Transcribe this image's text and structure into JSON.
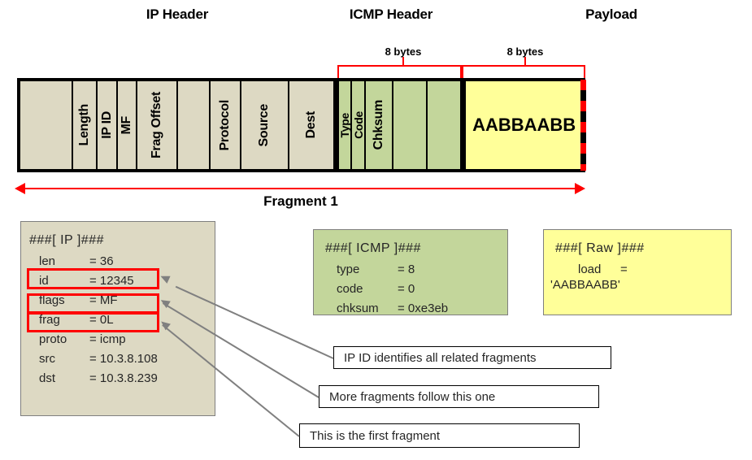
{
  "titles": {
    "ip_header": "IP Header",
    "icmp_header": "ICMP Header",
    "payload": "Payload"
  },
  "brackets": [
    {
      "label": "8 bytes",
      "name": "icmp-header-bracket"
    },
    {
      "label": "8 bytes",
      "name": "payload-bracket"
    }
  ],
  "packet": {
    "ip_fields": [
      {
        "label": "",
        "width": 66
      },
      {
        "label": "Length",
        "width": 30
      },
      {
        "label": "IP ID",
        "width": 25
      },
      {
        "label": "MF",
        "width": 24
      },
      {
        "label": "Frag Offset",
        "width": 51
      },
      {
        "label": "",
        "width": 40
      },
      {
        "label": "Protocol",
        "width": 38
      },
      {
        "label": "Source",
        "width": 60
      },
      {
        "label": "Dest",
        "width": 56
      }
    ],
    "icmp_fields": [
      {
        "label": "Type",
        "width": 17
      },
      {
        "label": "Code",
        "width": 17
      },
      {
        "label": "Chksum",
        "width": 34
      },
      {
        "label": "",
        "width": 42
      },
      {
        "label": "",
        "width": 43
      }
    ],
    "payload_field": {
      "label": "AABBAABB",
      "width": 150
    }
  },
  "fragment": {
    "label": "Fragment 1"
  },
  "ip_box": {
    "header": "###[ IP ]###",
    "rows": [
      {
        "key": "len",
        "value": "= 36"
      },
      {
        "key": "id",
        "value": "= 12345"
      },
      {
        "key": "flags",
        "value": "= MF"
      },
      {
        "key": "frag",
        "value": "= 0L"
      },
      {
        "key": "proto",
        "value": "= icmp"
      },
      {
        "key": "src",
        "value": "= 10.3.8.108"
      },
      {
        "key": "dst",
        "value": "= 10.3.8.239"
      }
    ]
  },
  "icmp_box": {
    "header": "###[ ICMP ]###",
    "rows": [
      {
        "key": "type",
        "value": "= 8"
      },
      {
        "key": "code",
        "value": "= 0"
      },
      {
        "key": "chksum",
        "value": "= 0xe3eb"
      }
    ]
  },
  "raw_box": {
    "header": "###[ Raw ]###",
    "rows": [
      {
        "key": "load",
        "value": "="
      }
    ],
    "load_value": "'AABBAABB'"
  },
  "callouts": {
    "ip_id": "IP ID identifies all related fragments",
    "more_fragments": "More fragments follow this one",
    "first_fragment": "This is the first fragment"
  },
  "colors": {
    "ip_fill": "#ddd9c3",
    "icmp_fill": "#c3d69b",
    "payload_fill": "#ffff99",
    "highlight": "#ff0000",
    "leader": "#808080",
    "outline": "#000000"
  }
}
